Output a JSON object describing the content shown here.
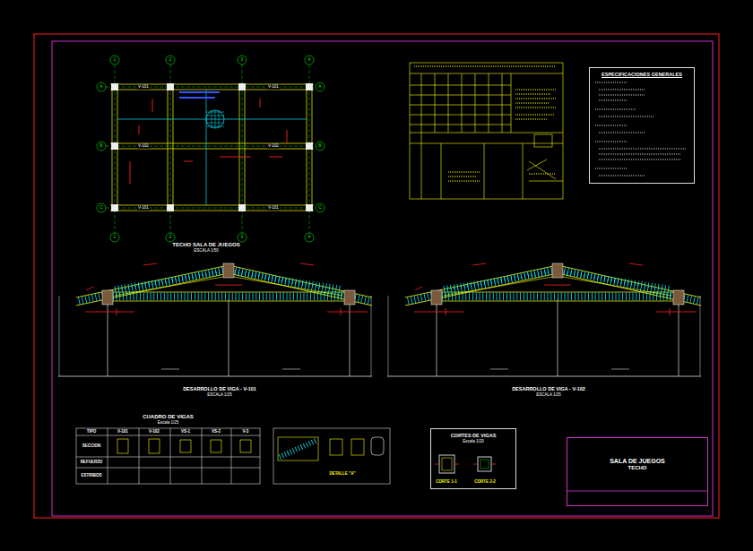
{
  "diagram": {
    "nodes": [
      {
        "text": [
          "ESPECIFICACIONES GENERALES"
        ]
      },
      {
        "text": [
          "CUADRO DE VIGAS",
          "Escala 1/25"
        ]
      },
      {
        "text": [
          "CORTES DE VIGAS",
          "Escala 1/20"
        ]
      },
      {
        "text": [
          "SALA DE JUEGOS",
          "TECHO"
        ]
      }
    ],
    "labels": [
      "TECHO SALA DE JUEGOS",
      "ESCALA 1/50",
      "DESARROLLO DE VIGA - V-101",
      "ESCALA 1/25",
      "DESARROLLO DE VIGA - V-102",
      "ESCALA 1/25",
      "1",
      "2",
      "3",
      "4",
      "1",
      "2",
      "3",
      "4",
      "A",
      "B",
      "C",
      "A",
      "B",
      "C",
      "V-101",
      "V-101",
      "V-102",
      "V-102",
      "V-101",
      "V-101",
      "TIPO",
      "V-101",
      "V-102",
      "VS-1",
      "VS-2",
      "V-3",
      "SECCION",
      "REFUERZO",
      "ESTRIBOS",
      "DETALLE \"A\"",
      "CORTE 1-1",
      "CORTE 2-2"
    ]
  }
}
